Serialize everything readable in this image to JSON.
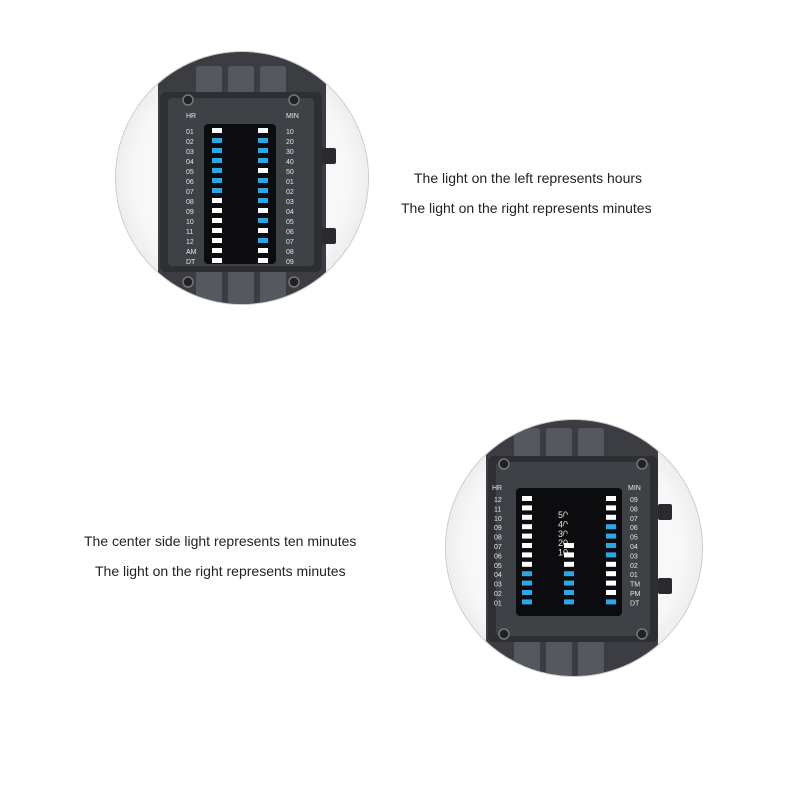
{
  "captions": {
    "top_1": "The light on the left represents hours",
    "top_2": "The light on the right represents minutes",
    "bottom_1": "The center side light represents ten minutes",
    "bottom_2": "The light on the right represents minutes"
  },
  "watch1": {
    "left_header": "HR",
    "right_header": "MIN",
    "left_labels": [
      "01",
      "02",
      "03",
      "04",
      "05",
      "06",
      "07",
      "08",
      "09",
      "10",
      "11",
      "12",
      "AM",
      "DT"
    ],
    "right_labels": [
      "10",
      "20",
      "30",
      "40",
      "50",
      "01",
      "02",
      "03",
      "04",
      "05",
      "06",
      "07",
      "08",
      "09"
    ],
    "left_col_lit": [
      1,
      2,
      3,
      4,
      5,
      6
    ],
    "right_col_lit": [
      1,
      2,
      3,
      5,
      6,
      7,
      9,
      11
    ]
  },
  "watch2": {
    "left_header": "HR",
    "right_header": "MIN",
    "left_labels": [
      "12",
      "11",
      "10",
      "09",
      "08",
      "07",
      "06",
      "05",
      "04",
      "03",
      "02",
      "01"
    ],
    "right_labels": [
      "09",
      "08",
      "07",
      "06",
      "05",
      "04",
      "03",
      "02",
      "01",
      "TM",
      "PM",
      "DT"
    ],
    "center_labels": [
      "50",
      "40",
      "30",
      "20",
      "10"
    ],
    "left_col_lit": [
      8,
      9,
      10,
      11
    ],
    "center_col_lit": [
      8,
      9,
      10,
      11
    ],
    "right_col_lit": [
      3,
      4,
      5,
      6,
      11
    ]
  },
  "colors": {
    "led_on": "#2aa7e6",
    "led_off": "#ffffff",
    "metal": "#3a3c40",
    "screen": "#0c0c0e"
  }
}
